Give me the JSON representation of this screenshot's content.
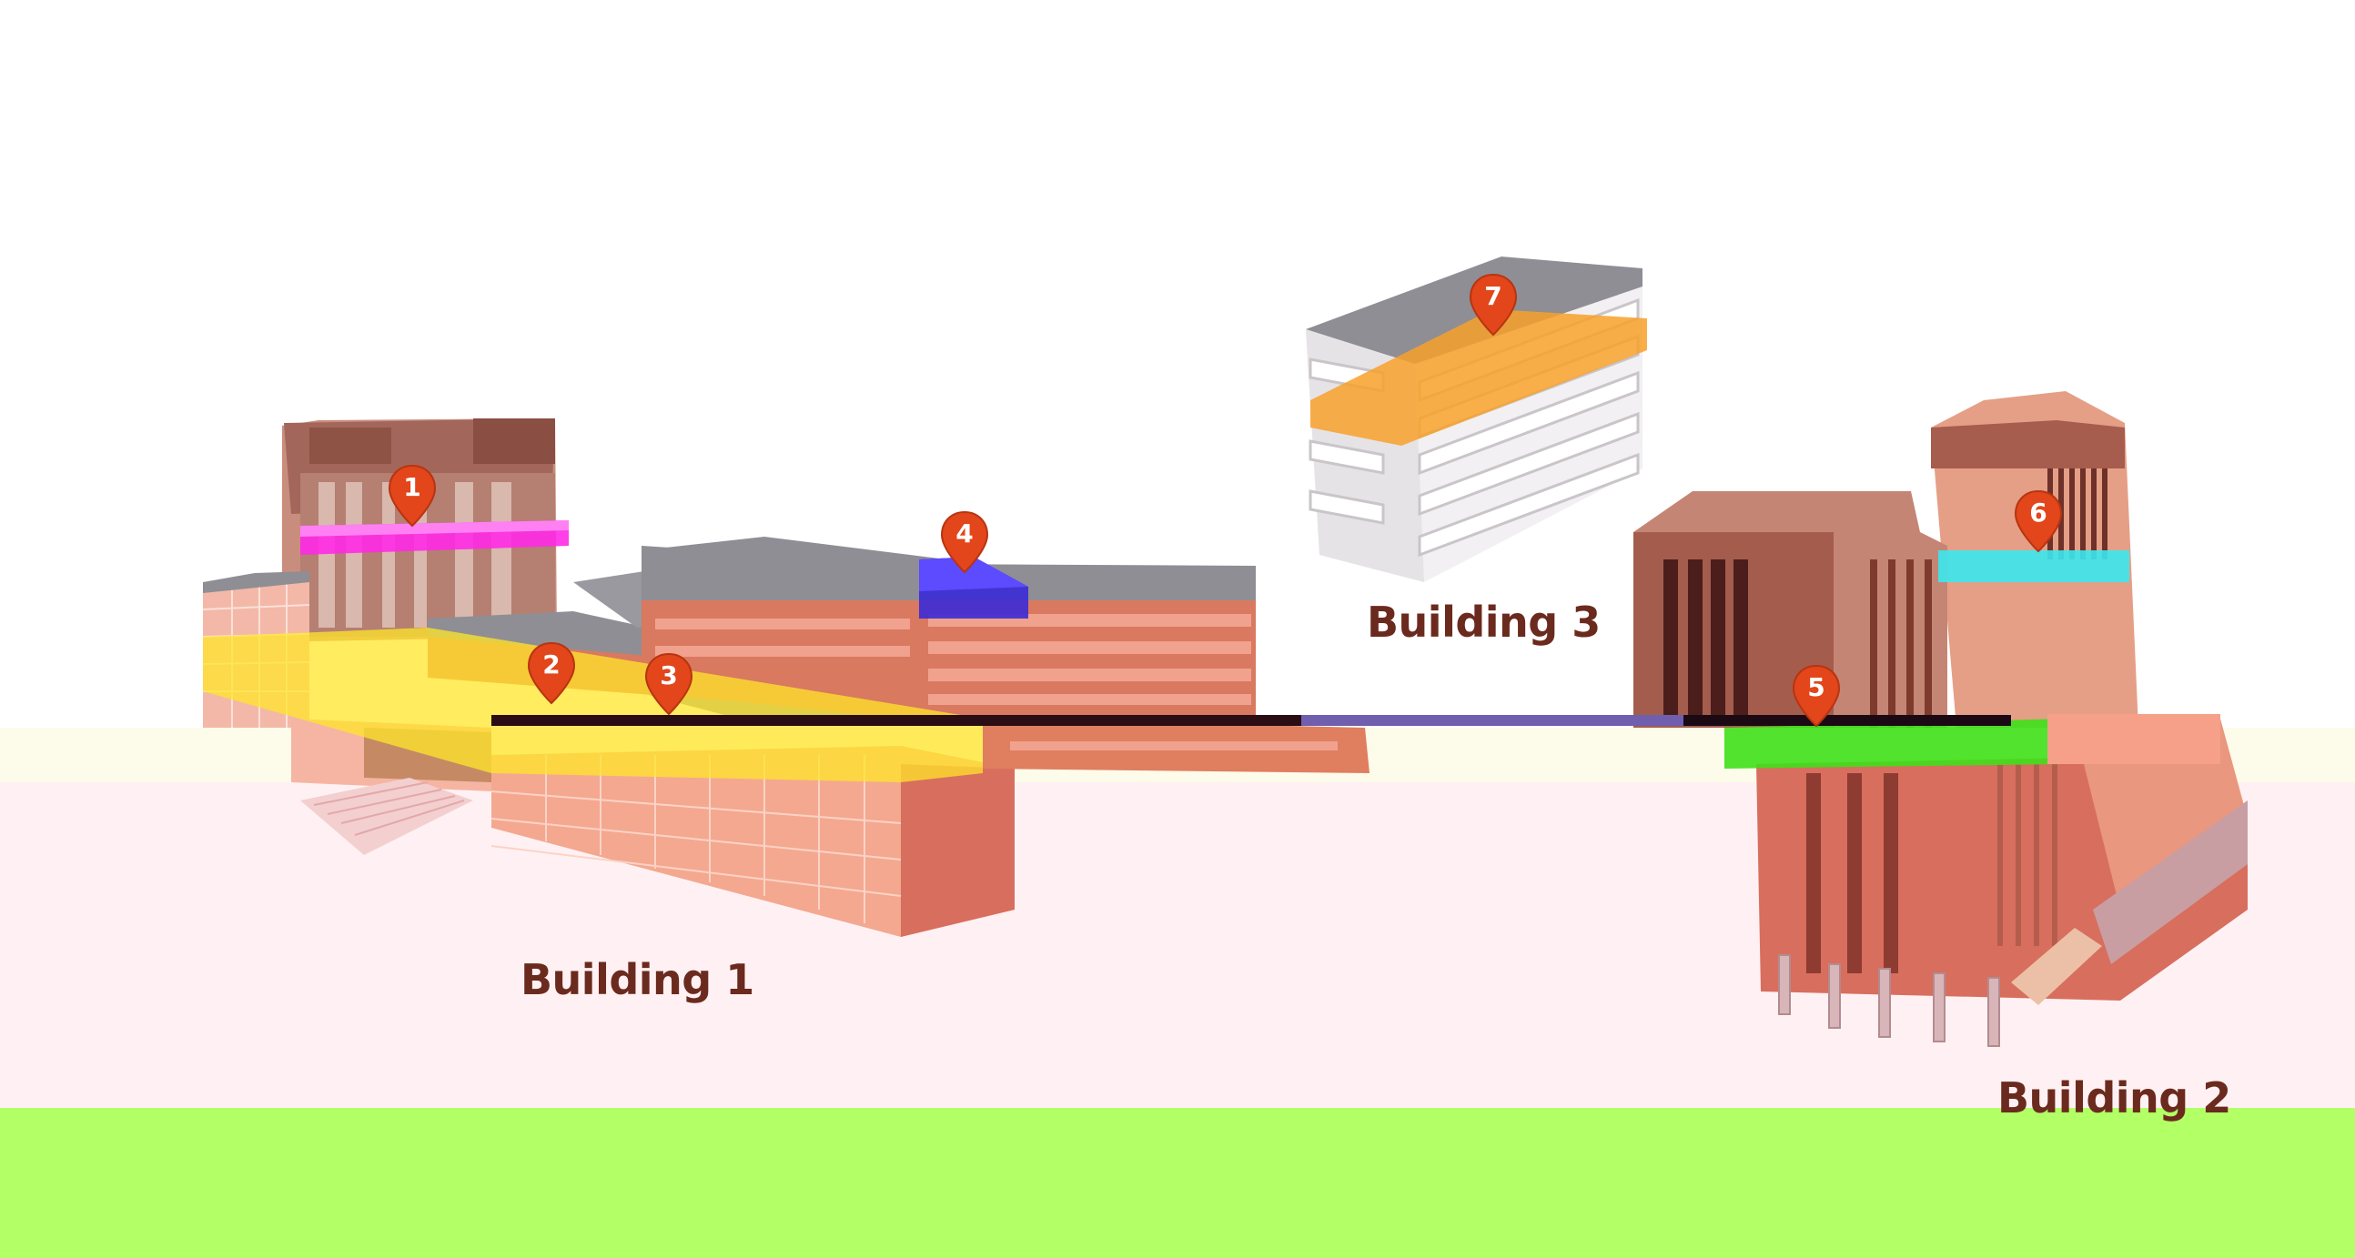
{
  "buildings": [
    {
      "label": "Building 1"
    },
    {
      "label": "Building 2"
    },
    {
      "label": "Building 3"
    }
  ],
  "markers": [
    "1",
    "2",
    "3",
    "4",
    "5",
    "6",
    "7"
  ],
  "highlight_colors": {
    "marker_1": "#ff2ae6",
    "marker_2": "#ffe629",
    "marker_3": "#ffe629",
    "marker_4": "#3a2ad6",
    "marker_5": "#3ee01a",
    "marker_6": "#3ae8ee",
    "marker_7": "#f7a12a"
  },
  "colors": {
    "pin": "#e2461a",
    "brick": "#e28a70",
    "roof": "#8f8e94",
    "label": "#6b2a1e",
    "band_lower": "#fff1f3",
    "band_yellow": "#fdfbe9",
    "band_green": "#b3ff66",
    "band_purple": "#6f5fae"
  }
}
